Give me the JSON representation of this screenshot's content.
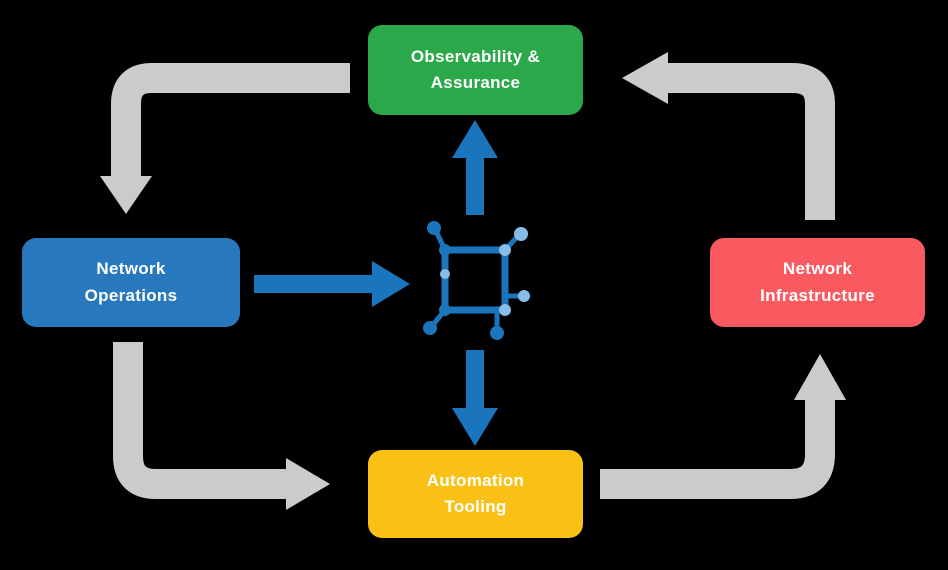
{
  "diagram": {
    "background": "#000000",
    "nodes": [
      {
        "id": "observability-assurance",
        "label": "Observability &\nAssurance",
        "color": "#2BA84A"
      },
      {
        "id": "network-operations",
        "label": "Network\nOperations",
        "color": "#2878BE"
      },
      {
        "id": "network-infrastructure",
        "label": "Network\nInfrastructure",
        "color": "#F95A5F"
      },
      {
        "id": "automation-tooling",
        "label": "Automation\nTooling",
        "color": "#F9C116"
      }
    ],
    "center_icon": {
      "name": "network-nodes-icon",
      "primary_color": "#1B75BC",
      "secondary_color": "#85BDE8"
    },
    "arrows": {
      "cycle_color": "#CBCBCB",
      "highlight_color": "#1B75BC",
      "cycle": [
        {
          "from": "observability-assurance",
          "to": "network-operations"
        },
        {
          "from": "network-operations",
          "to": "automation-tooling"
        },
        {
          "from": "automation-tooling",
          "to": "network-infrastructure"
        },
        {
          "from": "network-infrastructure",
          "to": "observability-assurance"
        }
      ],
      "highlight": [
        {
          "from": "network-operations",
          "to": "center-icon"
        },
        {
          "from": "center-icon",
          "to": "observability-assurance"
        },
        {
          "from": "center-icon",
          "to": "automation-tooling"
        }
      ]
    }
  }
}
